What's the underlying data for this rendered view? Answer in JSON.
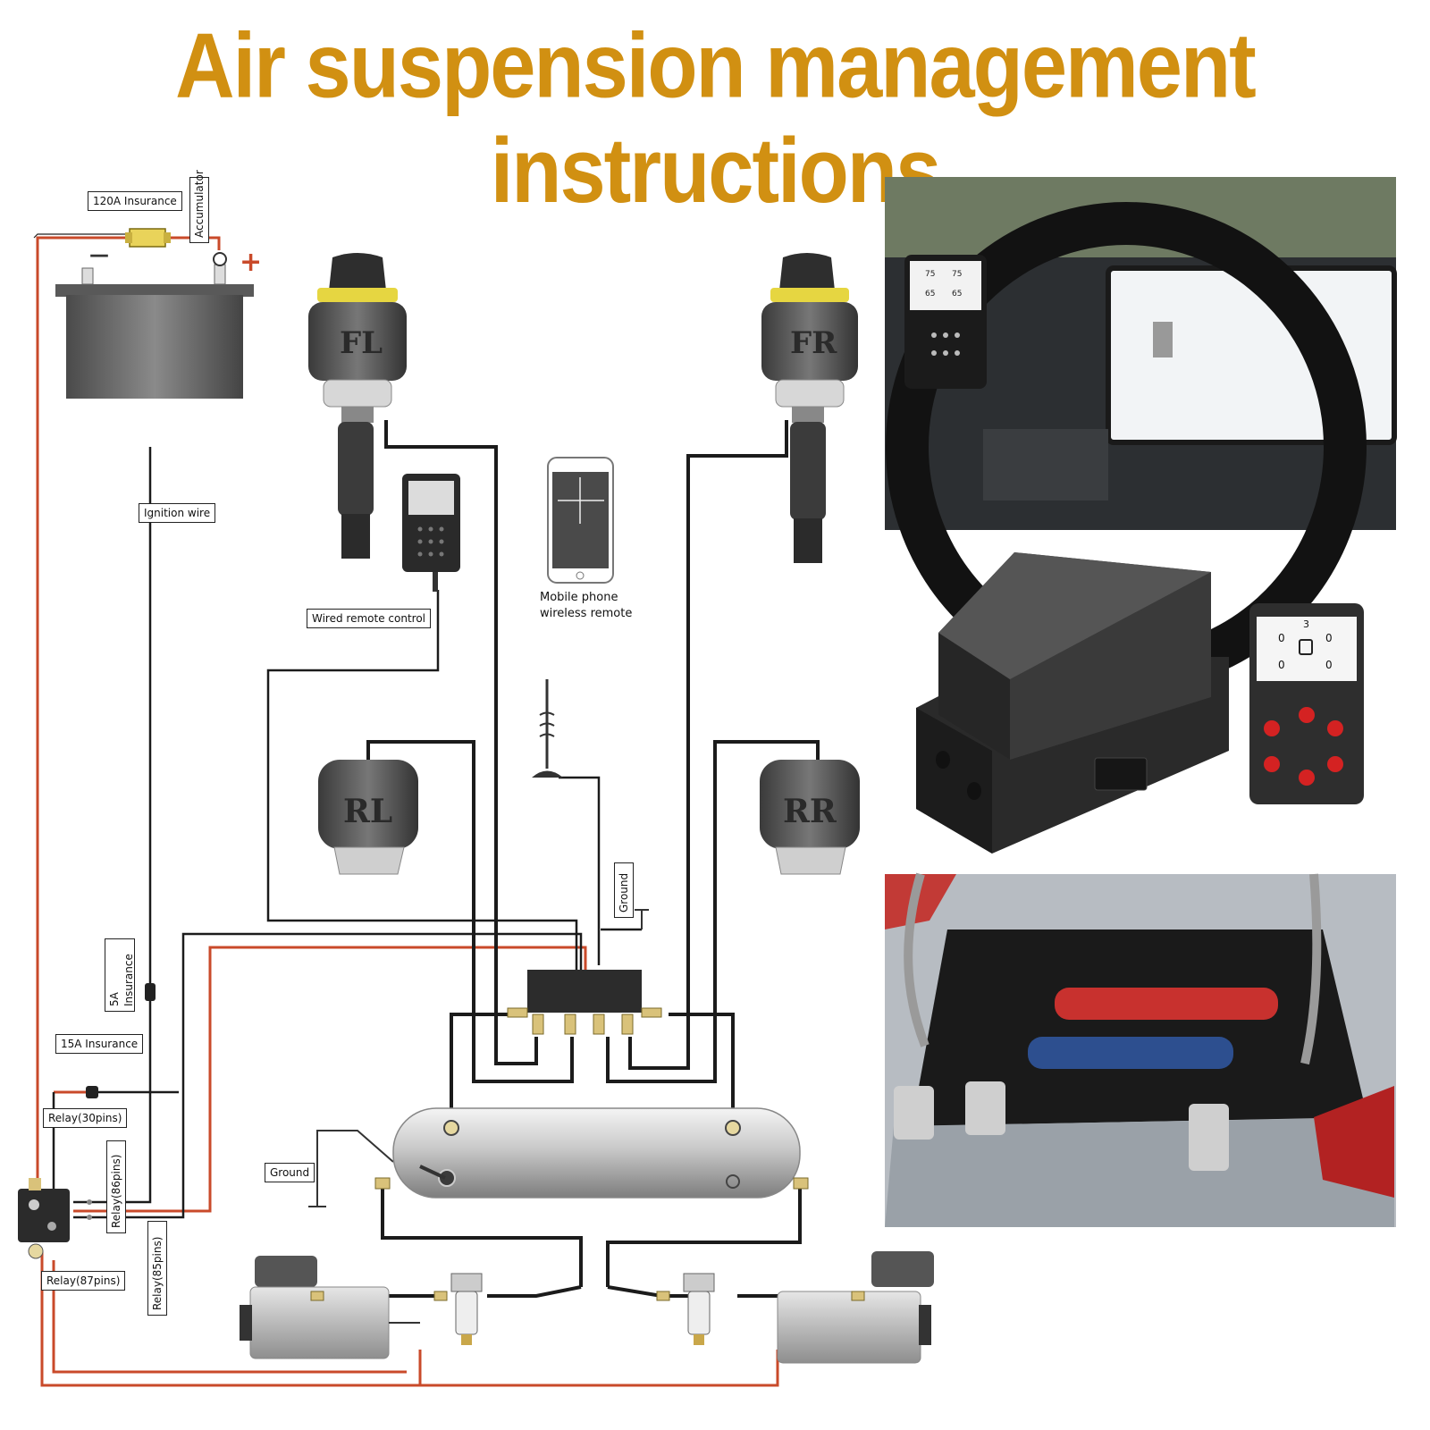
{
  "title": "Air suspension management instructions",
  "labels": {
    "insurance_120a": "120A Insurance",
    "accumulator": "Accumulator",
    "ignition_wire": "Ignition wire",
    "wired_remote": "Wired remote control",
    "mobile_remote": "Mobile phone wireless remote",
    "ground_top": "Ground",
    "ground_tank": "Ground",
    "insurance_5a": "5A Insurance",
    "insurance_15a": "15A Insurance",
    "relay_30": "Relay(30pins)",
    "relay_86": "Relay(86pins)",
    "relay_85": "Relay(85pins)",
    "relay_87": "Relay(87pins)"
  },
  "corners": {
    "fl": "FL",
    "fr": "FR",
    "rl": "RL",
    "rr": "RR"
  },
  "symbols": {
    "plus": "+",
    "minus": "—"
  },
  "remote_screen": {
    "top_left": "75",
    "top_right": "75",
    "bottom_left": "65",
    "bottom_right": "65"
  },
  "product_screen": {
    "top_left": "0",
    "top_right": "0",
    "bottom_left": "0",
    "bottom_right": "0",
    "top_center": "3"
  },
  "colors": {
    "title": "#d19012",
    "power_wire": "#c94a2a",
    "air_line": "#1b1b1b"
  }
}
